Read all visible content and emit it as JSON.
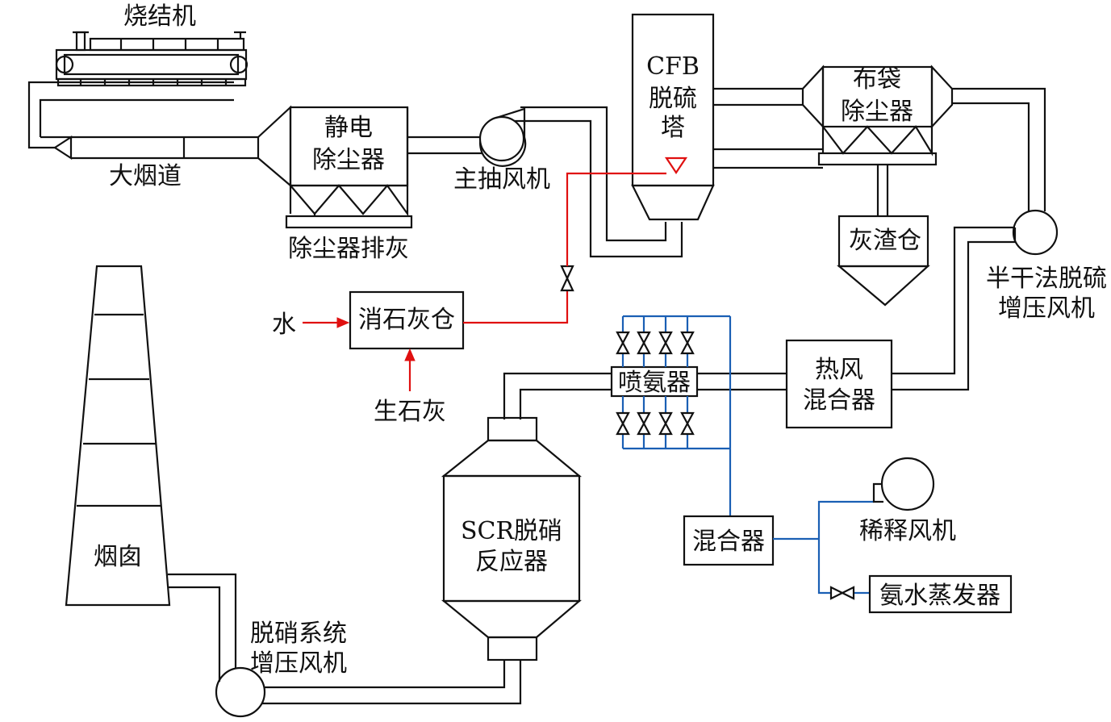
{
  "diagram": {
    "labels": {
      "sinter_machine": "烧结机",
      "large_flue": "大烟道",
      "esp_line1": "静电",
      "esp_line2": "除尘器",
      "esp_discharge": "除尘器排灰",
      "main_fan": "主抽风机",
      "cfb_line1": "CFB",
      "cfb_line2": "脱硫",
      "cfb_line3": "塔",
      "bag_line1": "布袋",
      "bag_line2": "除尘器",
      "ash_silo": "灰渣仓",
      "semi_dry_fan_line1": "半干法脱硫",
      "semi_dry_fan_line2": "增压风机",
      "slaked_lime_silo": "消石灰仓",
      "water": "水",
      "quicklime": "生石灰",
      "ammonia_injector": "喷氨器",
      "hot_air_mixer_line1": "热风",
      "hot_air_mixer_line2": "混合器",
      "mixer": "混合器",
      "dilution_fan": "稀释风机",
      "ammonia_evaporator": "氨水蒸发器",
      "scr_line1": "SCR脱硝",
      "scr_line2": "反应器",
      "chimney": "烟囱",
      "denox_fan_line1": "脱硝系统",
      "denox_fan_line2": "增压风机"
    },
    "colors": {
      "flue_duct": "#111111",
      "lime_water_line": "#e01010",
      "ammonia_line": "#1a5fb4",
      "background": "#ffffff"
    }
  }
}
